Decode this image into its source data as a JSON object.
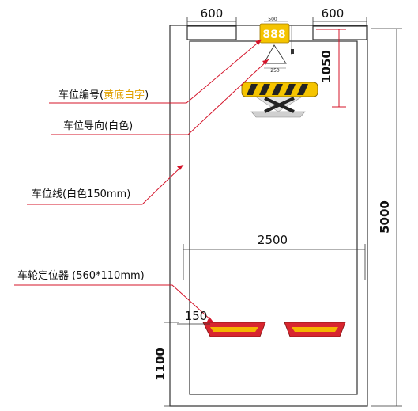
{
  "dimensions": {
    "top_left_600": "600",
    "top_right_600": "600",
    "height_1050": "1050",
    "width_2500": "2500",
    "height_5000": "5000",
    "offset_150": "150",
    "height_1100": "1100"
  },
  "sign": {
    "number": "888",
    "dim_top": "500",
    "dim_bottom": "250"
  },
  "callouts": {
    "space_number_prefix": "车位编号(",
    "space_number_accent": "黄底白字",
    "space_number_suffix": ")",
    "guidance": "车位导向(白色)",
    "space_line": "车位线(白色150mm)",
    "wheel_stopper": "车轮定位器 (560*110mm)"
  },
  "colors": {
    "leader_red": "#d4142a",
    "sign_yellow": "#f5c400",
    "stopper_red": "#d8262f",
    "stopper_yellow": "#f4b400",
    "dim_line": "#333333"
  }
}
